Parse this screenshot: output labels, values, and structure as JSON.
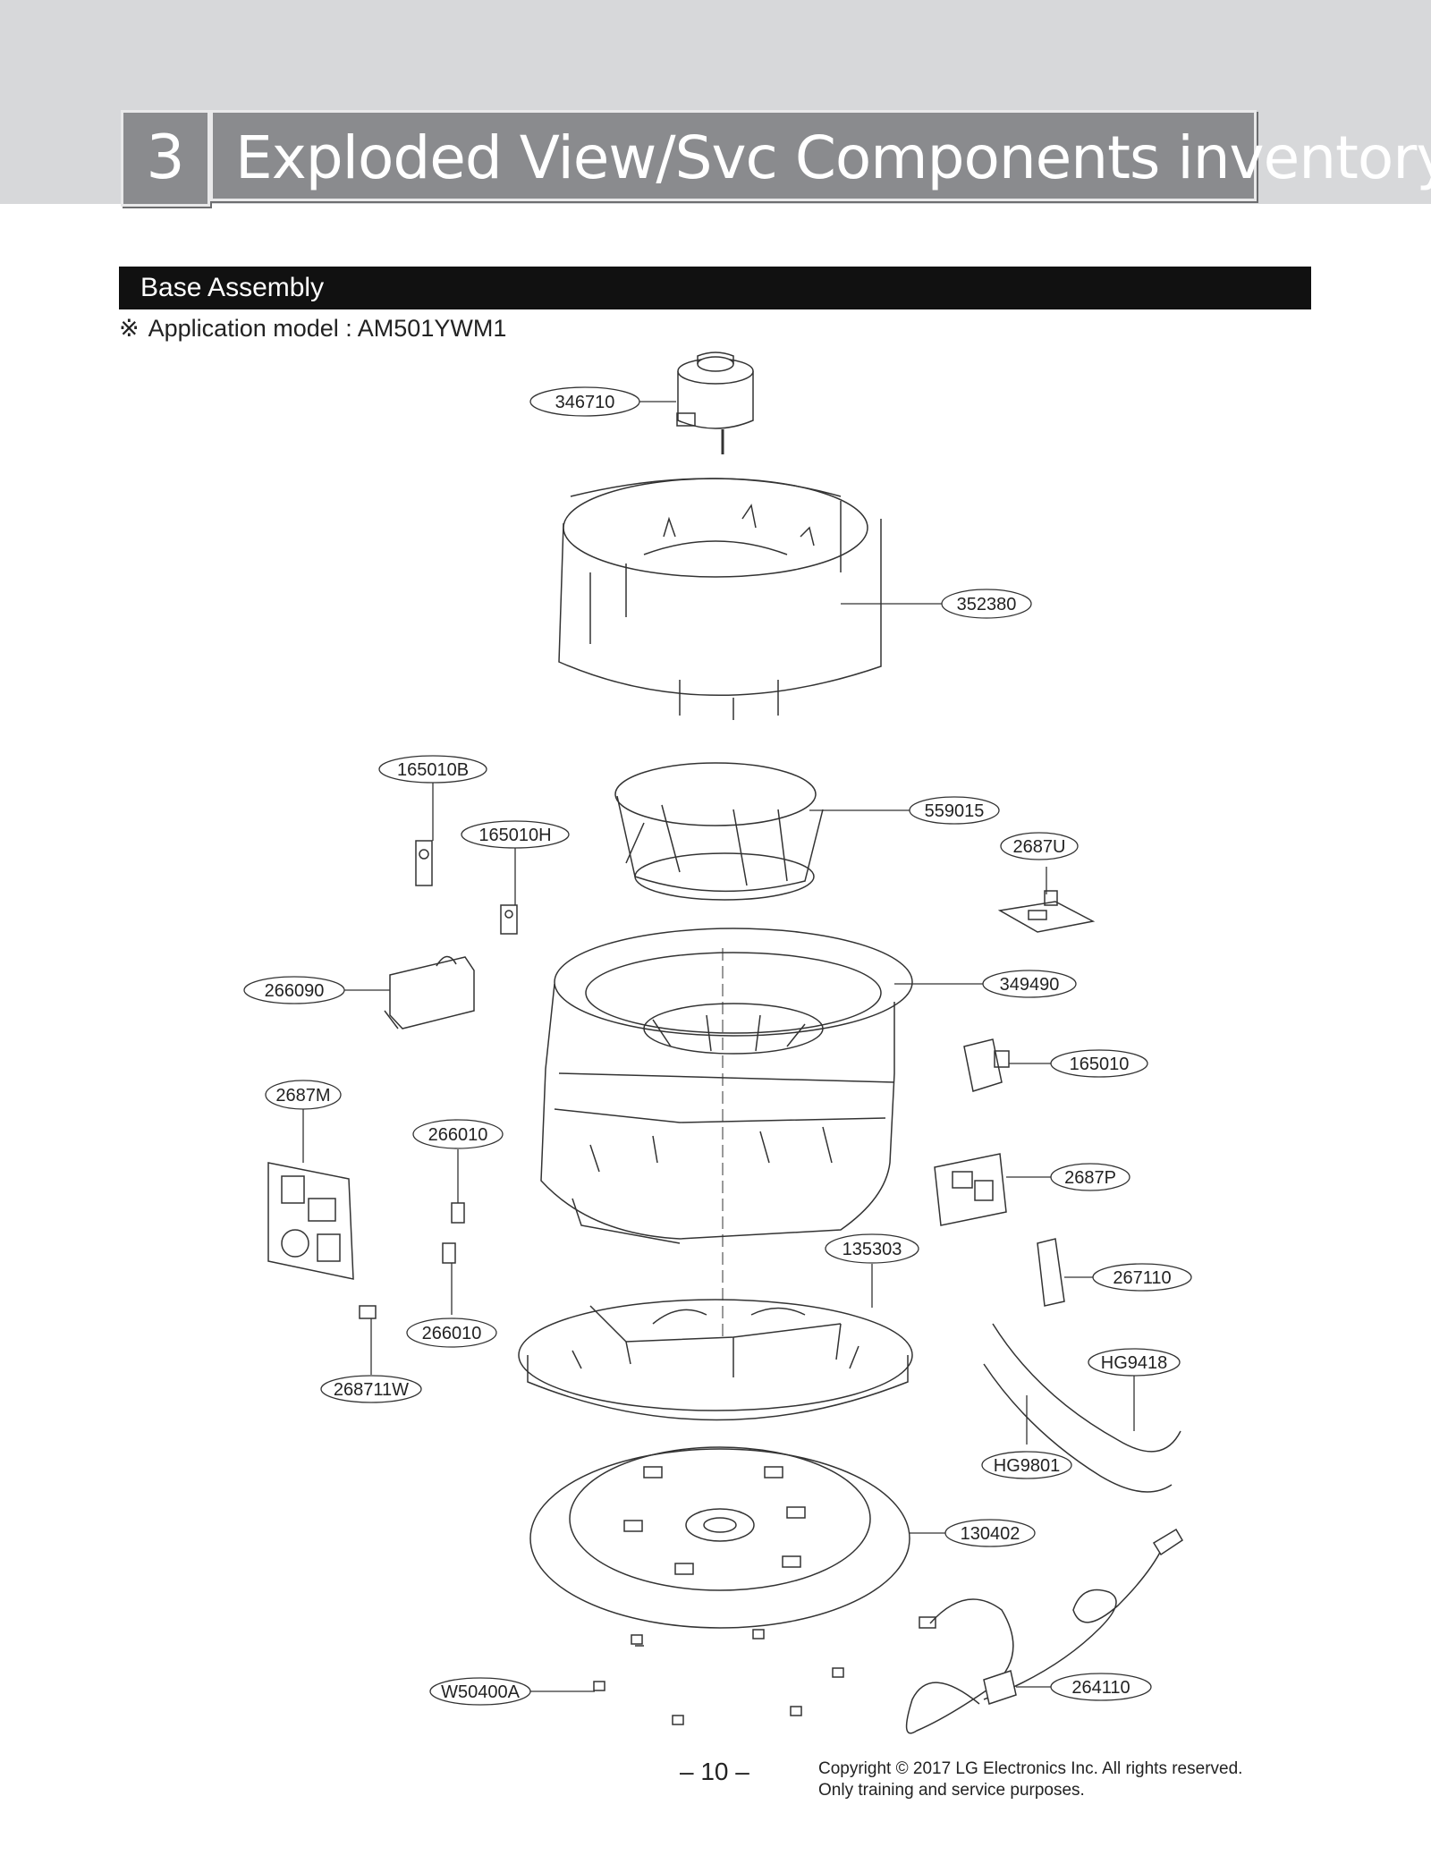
{
  "header": {
    "section_number": "3",
    "section_title": "Exploded View/Svc Components inventory"
  },
  "subsection": {
    "title": "Base Assembly",
    "note_symbol": "※",
    "application_model": "Application model : AM501YWM1"
  },
  "parts": [
    {
      "id": "p346710",
      "label": "346710"
    },
    {
      "id": "p352380",
      "label": "352380"
    },
    {
      "id": "p165010B",
      "label": "165010B"
    },
    {
      "id": "p559015",
      "label": "559015"
    },
    {
      "id": "p165010H",
      "label": "165010H"
    },
    {
      "id": "p2687U",
      "label": "2687U"
    },
    {
      "id": "p266090",
      "label": "266090"
    },
    {
      "id": "p349490",
      "label": "349490"
    },
    {
      "id": "p165010",
      "label": "165010"
    },
    {
      "id": "p2687M",
      "label": "2687M"
    },
    {
      "id": "p266010a",
      "label": "266010"
    },
    {
      "id": "p2687P",
      "label": "2687P"
    },
    {
      "id": "p135303",
      "label": "135303"
    },
    {
      "id": "p267110",
      "label": "267110"
    },
    {
      "id": "p266010b",
      "label": "266010"
    },
    {
      "id": "p268711W",
      "label": "268711W"
    },
    {
      "id": "pHG9418",
      "label": "HG9418"
    },
    {
      "id": "pHG9801",
      "label": "HG9801"
    },
    {
      "id": "p130402",
      "label": "130402"
    },
    {
      "id": "pW50400A",
      "label": "W50400A"
    },
    {
      "id": "p264110",
      "label": "264110"
    }
  ],
  "footer": {
    "page_number": "– 10 –",
    "copyright_line1": "Copyright © 2017 LG Electronics Inc. All rights reserved.",
    "copyright_line2": "Only training and service purposes."
  }
}
